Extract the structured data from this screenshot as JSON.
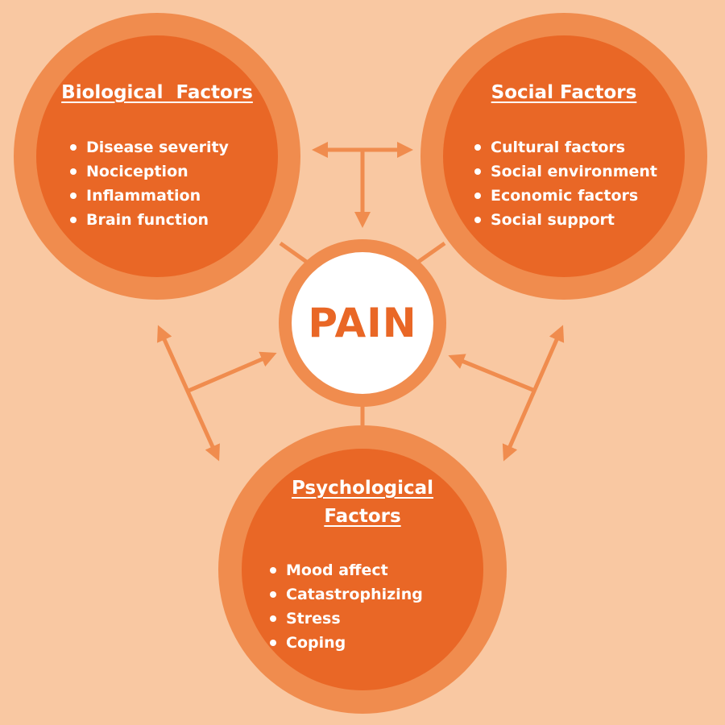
{
  "colors": {
    "background": "#f9c8a2",
    "ring": "#f08c4e",
    "circle_fill": "#e96726",
    "arrow": "#f08c4e",
    "text": "#ffffff",
    "center_text": "#e96726"
  },
  "center": {
    "label": "PAIN"
  },
  "biological": {
    "title": "Biological  Factors",
    "items": [
      "Disease severity",
      "Nociception",
      "Inflammation",
      "Brain function"
    ]
  },
  "social": {
    "title": "Social Factors",
    "items": [
      "Cultural factors",
      "Social environment",
      "Economic factors",
      "Social support"
    ]
  },
  "psychological": {
    "title_line1": "Psychological",
    "title_line2": "Factors",
    "items": [
      "Mood affect",
      "Catastrophizing",
      "Stress",
      "Coping"
    ]
  }
}
